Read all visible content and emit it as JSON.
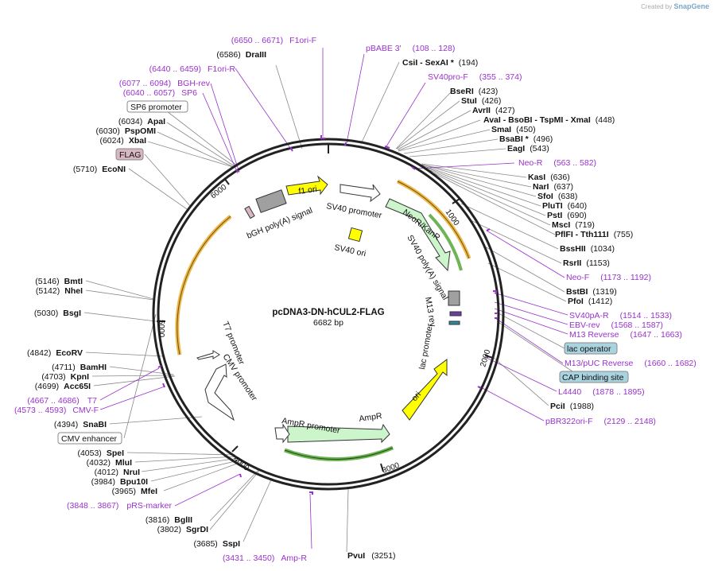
{
  "credit": {
    "prefix": "Created by",
    "brand": "SnapGene"
  },
  "plasmid": {
    "name": "pcDNA3-DN-hCUL2-FLAG",
    "size_label": "6682 bp",
    "length": 6682
  },
  "ruler_ticks": [
    "1000",
    "2000",
    "3000",
    "4000",
    "5000",
    "6000"
  ],
  "enzymes": [
    {
      "name": "CsiI",
      "extra": " - SexAI *",
      "pos": "(194)",
      "site": 194
    },
    {
      "name": "BseRI",
      "extra": "",
      "pos": "(423)",
      "site": 423
    },
    {
      "name": "StuI",
      "extra": "",
      "pos": "(426)",
      "site": 426
    },
    {
      "name": "AvrII",
      "extra": "",
      "pos": "(427)",
      "site": 427
    },
    {
      "name": "AvaI",
      "extra": " - BsoBI  - TspMI  - XmaI",
      "pos": "(448)",
      "site": 448
    },
    {
      "name": "SmaI",
      "extra": "",
      "pos": "(450)",
      "site": 450
    },
    {
      "name": "BsaBI *",
      "extra": "",
      "pos": "(496)",
      "site": 496
    },
    {
      "name": "EagI",
      "extra": "",
      "pos": "(543)",
      "site": 543
    },
    {
      "name": "KasI",
      "extra": "",
      "pos": "(636)",
      "site": 636
    },
    {
      "name": "NarI",
      "extra": "",
      "pos": "(637)",
      "site": 637
    },
    {
      "name": "SfoI",
      "extra": "",
      "pos": "(638)",
      "site": 638
    },
    {
      "name": "PluTI",
      "extra": "",
      "pos": "(640)",
      "site": 640
    },
    {
      "name": "PstI",
      "extra": "",
      "pos": "(690)",
      "site": 690
    },
    {
      "name": "MscI",
      "extra": "",
      "pos": "(719)",
      "site": 719
    },
    {
      "name": "PflFI",
      "extra": " - Tth111I",
      "pos": "(755)",
      "site": 755
    },
    {
      "name": "BssHII",
      "extra": "",
      "pos": "(1034)",
      "site": 1034
    },
    {
      "name": "RsrII",
      "extra": "",
      "pos": "(1153)",
      "site": 1153
    },
    {
      "name": "BstBI",
      "extra": "",
      "pos": "(1319)",
      "site": 1319
    },
    {
      "name": "PfoI",
      "extra": "",
      "pos": "(1412)",
      "site": 1412
    },
    {
      "name": "PciI",
      "extra": "",
      "pos": "(1988)",
      "site": 1988
    },
    {
      "name": "PvuI",
      "extra": "",
      "pos": "(3251)",
      "site": 3251
    },
    {
      "name": "SspI",
      "extra": "",
      "pos": "(3685)",
      "site": 3685
    },
    {
      "name": "SgrDI",
      "extra": "",
      "pos": "(3802)",
      "site": 3802
    },
    {
      "name": "BglII",
      "extra": "",
      "pos": "(3816)",
      "site": 3816
    },
    {
      "name": "MfeI",
      "extra": "",
      "pos": "(3965)",
      "site": 3965
    },
    {
      "name": "Bpu10I",
      "extra": "",
      "pos": "(3984)",
      "site": 3984
    },
    {
      "name": "NruI",
      "extra": "",
      "pos": "(4012)",
      "site": 4012
    },
    {
      "name": "MluI",
      "extra": "",
      "pos": "(4032)",
      "site": 4032
    },
    {
      "name": "SpeI",
      "extra": "",
      "pos": "(4053)",
      "site": 4053
    },
    {
      "name": "SnaBI",
      "extra": "",
      "pos": "(4394)",
      "site": 4394
    },
    {
      "name": "Acc65I",
      "extra": "",
      "pos": "(4699)",
      "site": 4699
    },
    {
      "name": "KpnI",
      "extra": "",
      "pos": "(4703)",
      "site": 4703
    },
    {
      "name": "BamHI",
      "extra": "",
      "pos": "(4711)",
      "site": 4711
    },
    {
      "name": "EcoRV",
      "extra": "",
      "pos": "(4842)",
      "site": 4842
    },
    {
      "name": "BsgI",
      "extra": "",
      "pos": "(5030)",
      "site": 5030
    },
    {
      "name": "NheI",
      "extra": "",
      "pos": "(5142)",
      "site": 5142
    },
    {
      "name": "BmtI",
      "extra": "",
      "pos": "(5146)",
      "site": 5146
    },
    {
      "name": "EcoNI",
      "extra": "",
      "pos": "(5710)",
      "site": 5710
    },
    {
      "name": "XbaI",
      "extra": "",
      "pos": "(6024)",
      "site": 6024
    },
    {
      "name": "PspOMI",
      "extra": "",
      "pos": "(6030)",
      "site": 6030
    },
    {
      "name": "ApaI",
      "extra": "",
      "pos": "(6034)",
      "site": 6034
    },
    {
      "name": "DraIII",
      "extra": "",
      "pos": "(6586)",
      "site": 6586
    }
  ],
  "primers": [
    {
      "name": "pBABE 3'",
      "range": "(108 .. 128)"
    },
    {
      "name": "SV40pro-F",
      "range": "(355 .. 374)"
    },
    {
      "name": "Neo-R",
      "range": "(563 .. 582)"
    },
    {
      "name": "Neo-F",
      "range": "(1173 .. 1192)"
    },
    {
      "name": "SV40pA-R",
      "range": "(1514 .. 1533)"
    },
    {
      "name": "EBV-rev",
      "range": "(1568 .. 1587)"
    },
    {
      "name": "M13 Reverse",
      "range": "(1647 .. 1663)"
    },
    {
      "name": "M13/pUC Reverse",
      "range": "(1660 .. 1682)"
    },
    {
      "name": "L4440",
      "range": "(1878 .. 1895)"
    },
    {
      "name": "pBR322ori-F",
      "range": "(2129 .. 2148)"
    },
    {
      "name": "Amp-R",
      "range": "(3431 .. 3450)"
    },
    {
      "name": "pRS-marker",
      "range": "(3848 .. 3867)"
    },
    {
      "name": "CMV-F",
      "range": "(4573 .. 4593)"
    },
    {
      "name": "T7",
      "range": "(4667 .. 4686)"
    },
    {
      "name": "SP6",
      "range": "(6040 .. 6057)"
    },
    {
      "name": "BGH-rev",
      "range": "(6077 .. 6094)"
    },
    {
      "name": "F1ori-R",
      "range": "(6440 .. 6459)"
    },
    {
      "name": "F1ori-F",
      "range": "(6650 .. 6671)"
    }
  ],
  "boxed_features": [
    {
      "name": "SP6 promoter"
    },
    {
      "name": "FLAG"
    },
    {
      "name": "CMV enhancer"
    },
    {
      "name": "lac operator"
    },
    {
      "name": "CAP binding site"
    }
  ],
  "features": {
    "f1_ori": "f1 ori",
    "sv40_promoter": "SV40 promoter",
    "neo_kan": "NeoR/KanR",
    "sv40_polya": "SV40 poly(A) signal",
    "sv40_ori": "SV40 ori",
    "bgh_polya": "bGH poly(A) signal",
    "m13_rev": "M13 rev",
    "lac_promoter": "lac promoter",
    "ori": "ori",
    "ampr": "AmpR",
    "ampr_promoter": "AmpR promoter",
    "cmv_promoter": "CMV promoter",
    "t7_promoter": "T7 promoter"
  },
  "colors": {
    "backbone": "#222222",
    "primer": "#9932cc",
    "orf": "#ccf5cc",
    "origin": "#ffff00",
    "promoter": "#ffffff",
    "polya": "#a0a0a0",
    "orf_span": "#e8b33a",
    "orf_span_green": "#4aa02c",
    "flag": "#d8b7c4",
    "lac": "#a9d3df"
  }
}
